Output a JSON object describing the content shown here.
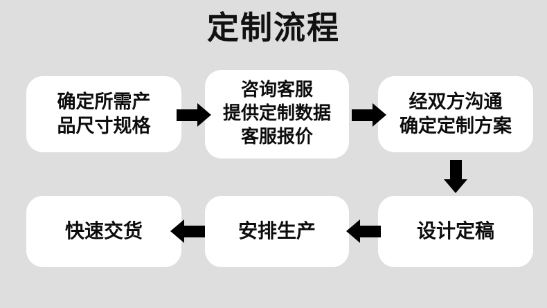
{
  "page": {
    "title": "定制流程",
    "background_color": "#dedede",
    "box_color": "#ffffff",
    "text_color": "#0d0d0d",
    "arrow_color": "#000000"
  },
  "flow": {
    "nodes": [
      {
        "id": "step-1",
        "label": "确定所需产\n品尺寸规格"
      },
      {
        "id": "step-2",
        "label": "咨询客服\n提供定制数据\n客服报价"
      },
      {
        "id": "step-3",
        "label": "经双方沟通\n确定定制方案"
      },
      {
        "id": "step-4",
        "label": "设计定稿"
      },
      {
        "id": "step-5",
        "label": "安排生产"
      },
      {
        "id": "step-6",
        "label": "快速交货"
      }
    ],
    "connectors": [
      {
        "id": "arrow-1",
        "from": "step-1",
        "to": "step-2",
        "direction": "right"
      },
      {
        "id": "arrow-2",
        "from": "step-2",
        "to": "step-3",
        "direction": "right"
      },
      {
        "id": "arrow-3",
        "from": "step-3",
        "to": "step-4",
        "direction": "down"
      },
      {
        "id": "arrow-4",
        "from": "step-4",
        "to": "step-5",
        "direction": "left"
      },
      {
        "id": "arrow-5",
        "from": "step-5",
        "to": "step-6",
        "direction": "left"
      }
    ]
  }
}
